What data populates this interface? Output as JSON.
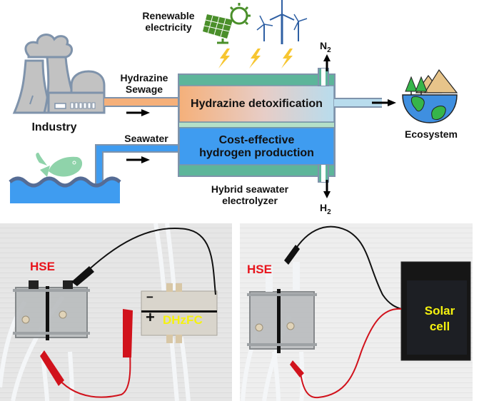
{
  "schematic": {
    "renewable_label_line1": "Renewable",
    "renewable_label_line2": "electricity",
    "industry_label": "Industry",
    "hydrazine_label_line1": "Hydrazine",
    "hydrazine_label_line2": "Sewage",
    "seawater_label": "Seawater",
    "top_chamber_label": "Hydrazine detoxification",
    "bottom_chamber_line1": "Cost-effective",
    "bottom_chamber_line2": "hydrogen production",
    "device_label_line1": "Hybrid seawater",
    "device_label_line2": "electrolyzer",
    "n2_label": "N",
    "n2_sub": "2",
    "h2_label": "H",
    "h2_sub": "2",
    "ecosystem_label": "Ecosystem",
    "colors": {
      "orange": "#f5b07a",
      "light_blue": "#b8dced",
      "blue": "#3f9cf0",
      "teal": "#5db59a",
      "membrane": "#b5e0c8",
      "outline": "#7f93ab",
      "bolt": "#f7c631",
      "solar_green": "#4a8f2a",
      "wind_blue": "#2e5fa3"
    }
  },
  "photos": {
    "left": {
      "hse_label": "HSE",
      "fc_label": "DHzFC",
      "fc_minus": "−",
      "fc_plus": "+"
    },
    "right": {
      "hse_label": "HSE",
      "solar_label_line1": "Solar",
      "solar_label_line2": "cell"
    },
    "label_colors": {
      "red": "#e8141c",
      "yellow": "#f5f20f"
    }
  }
}
